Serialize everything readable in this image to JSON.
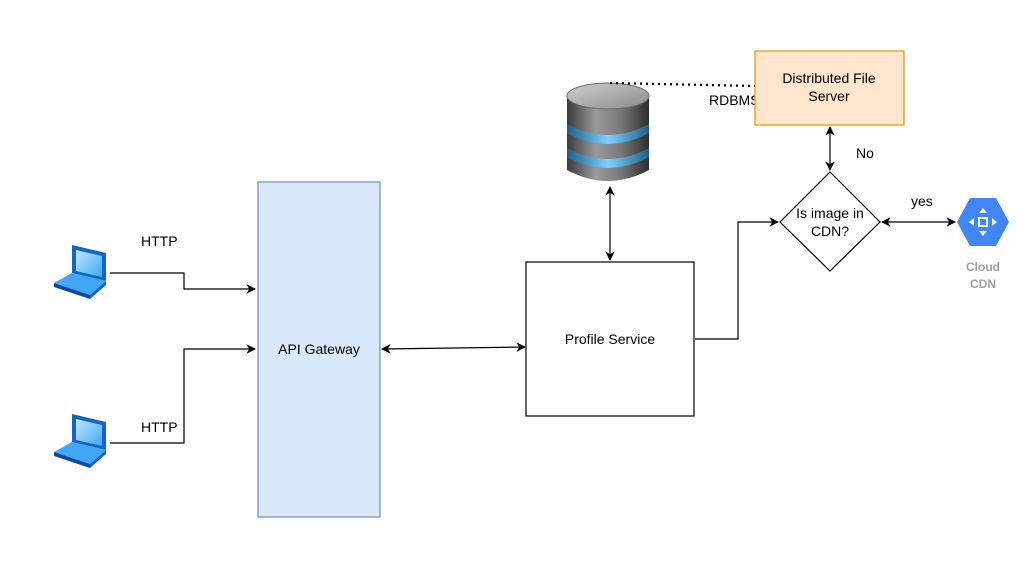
{
  "nodes": {
    "api_gateway": "API Gateway",
    "profile_service": "Profile Service",
    "distributed_file_server": [
      "Distributed File",
      "Server"
    ],
    "decision": [
      "Is image in",
      "CDN?"
    ],
    "rdbms": "RDBMS",
    "cloud_cdn": [
      "Cloud",
      "CDN"
    ]
  },
  "edges": {
    "http_top": "HTTP",
    "http_bottom": "HTTP",
    "no": "No",
    "yes": "yes"
  },
  "colors": {
    "gateway_fill": "#dae8fc",
    "gateway_stroke": "#6c8ebf",
    "file_server_fill": "#ffe6cc",
    "file_server_stroke": "#d79b00",
    "cdn_blue": "#4285f4",
    "laptop_blue": "#1e88e5"
  }
}
